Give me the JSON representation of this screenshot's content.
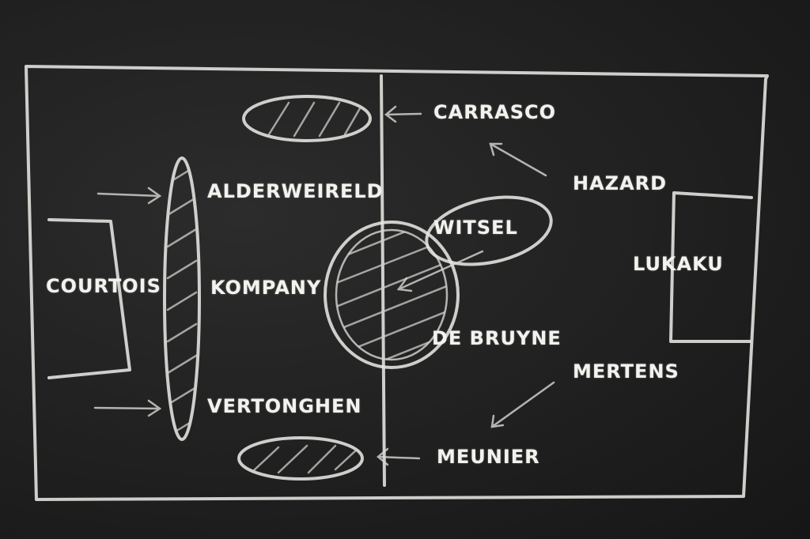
{
  "players": {
    "courtois": "COURTOIS",
    "alderweireld": "ALDERWEIRELD",
    "kompany": "KOMPANY",
    "vertonghen": "VERTONGHEN",
    "carrasco": "CARRASCO",
    "witsel": "WITSEL",
    "de_bruyne": "DE BRUYNE",
    "meunier": "MEUNIER",
    "hazard": "HAZARD",
    "mertens": "MERTENS",
    "lukaku": "LUKAKU"
  },
  "colors": {
    "board": "#222222",
    "chalk": "#e6e6e2"
  }
}
